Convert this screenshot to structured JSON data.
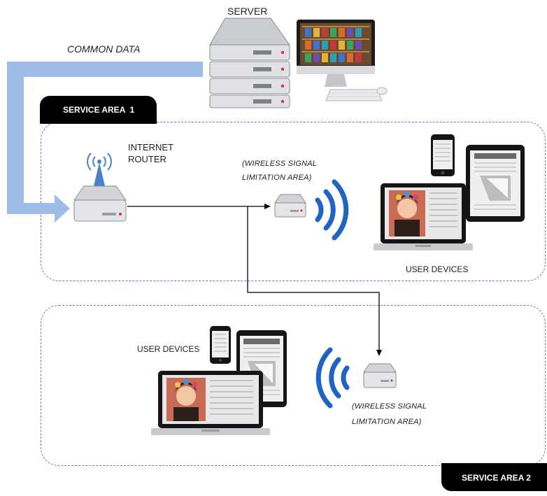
{
  "labels": {
    "server": "SERVER",
    "common_data": "COMMON DATA",
    "internet_router_line1": "INTERNET",
    "internet_router_line2": "ROUTER",
    "wireless_1_line1": "(WIRELESS SIGNAL",
    "wireless_1_line2": "LIMITATION AREA)",
    "wireless_2_line1": "(WIRELESS SIGNAL",
    "wireless_2_line2": "LIMITATION AREA)",
    "user_devices_1": "USER DEVICES",
    "user_devices_2": "USER DEVICES"
  },
  "tabs": {
    "service_area_1": "SERVICE AREA  1",
    "service_area_2": "SERVICE AREA 2"
  },
  "colors": {
    "flow_arrow": "#9dbde6",
    "dashed_border": "#5a7fb6",
    "wifi": "#1f63c4",
    "tab_bg": "#000000"
  },
  "icons": [
    "server-rack-icon",
    "desktop-monitor-icon",
    "keyboard-icon",
    "mouse-icon",
    "router-icon",
    "antenna-icon",
    "access-point-icon",
    "wifi-signal-icon",
    "laptop-icon",
    "tablet-icon",
    "smartphone-icon"
  ]
}
